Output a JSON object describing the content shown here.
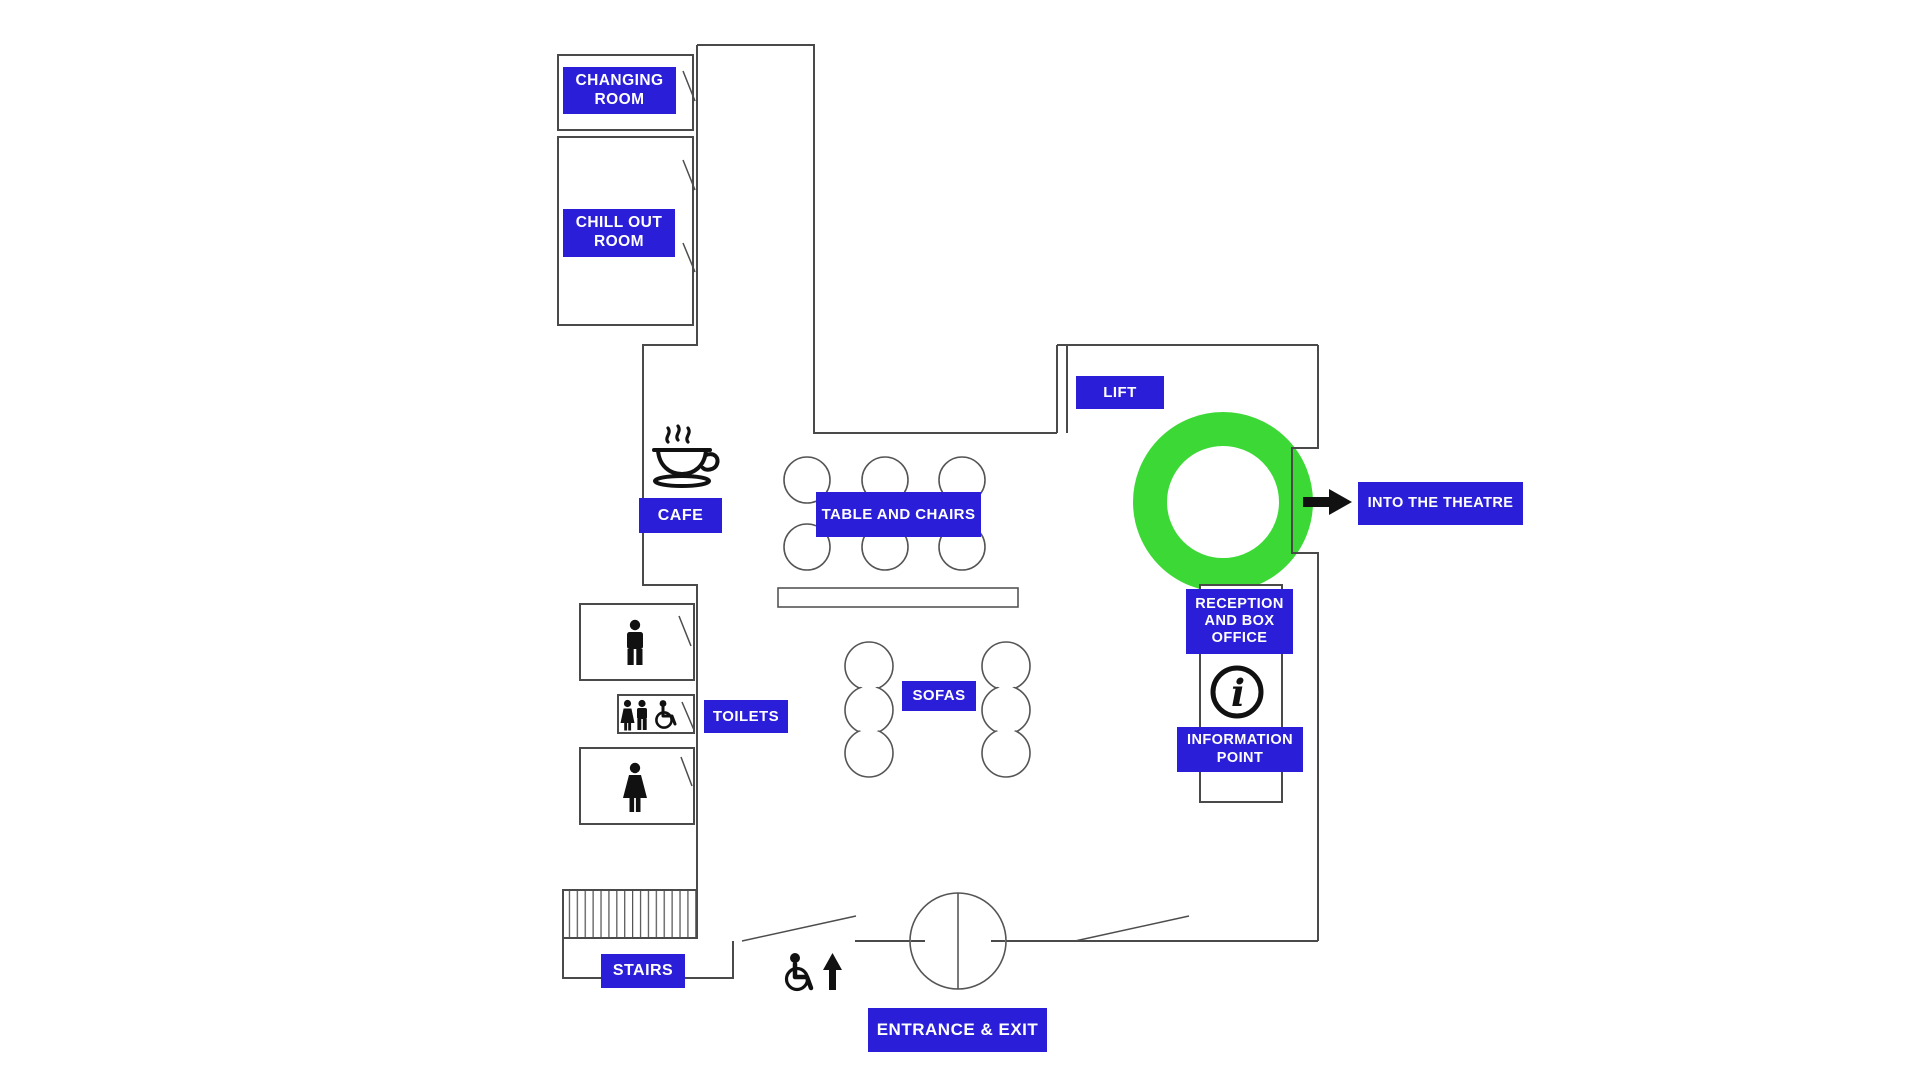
{
  "colors": {
    "label_bg": "#2a1ed8",
    "label_text": "#ffffff",
    "wall": "#4a4a4a",
    "icon": "#111111",
    "highlight_green": "#3cd936",
    "background": "#ffffff"
  },
  "labels": {
    "changing_room": "CHANGING ROOM",
    "chill_out_room": "CHILL OUT ROOM",
    "lift": "LIFT",
    "cafe": "CAFE",
    "table_and_chairs": "TABLE AND CHAIRS",
    "into_the_theatre": "INTO THE THEATRE",
    "toilets": "TOILETS",
    "sofas": "SOFAS",
    "reception": "RECEPTION AND BOX OFFICE",
    "information_point": "INFORMATION POINT",
    "stairs": "STAIRS",
    "entrance_exit": "ENTRANCE & EXIT"
  },
  "icons": {
    "info_glyph": "i",
    "cafe_area": "coffee-cup-icon",
    "information_point": "info-circle-icon",
    "male_toilet": "male-person-icon",
    "female_toilet": "female-person-icon",
    "accessible_toilet": "female-male-wheelchair-icons",
    "entrance": "wheelchair-and-up-arrow-icon",
    "theatre_direction": "right-arrow-icon",
    "entrance_door": "revolving-door-symbol",
    "current_location": "green-ring-highlight"
  }
}
